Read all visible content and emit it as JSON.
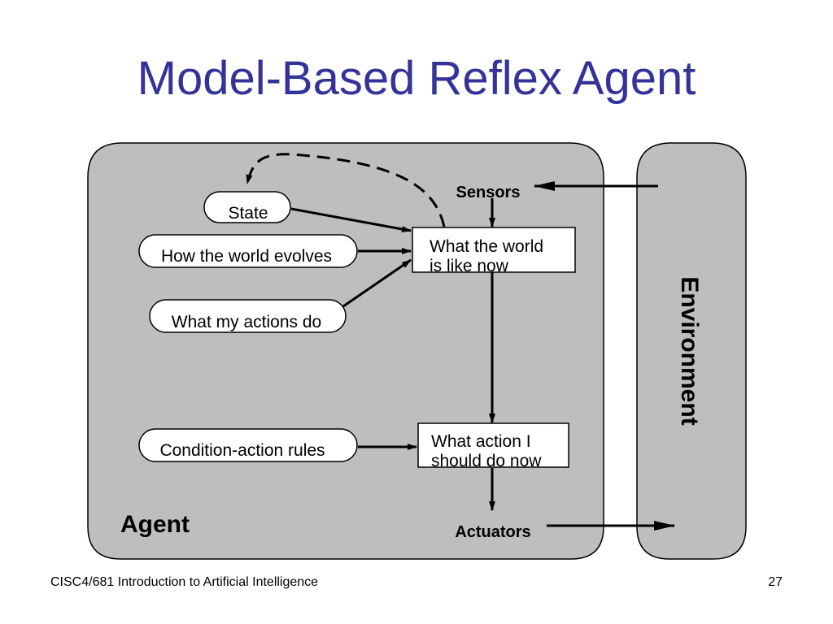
{
  "slide": {
    "title": "Model-Based Reflex Agent",
    "footer_course": "CISC4/681 Introduction to Artificial Intelligence",
    "page_number": "27"
  },
  "diagram": {
    "agent_label": "Agent",
    "environment_label": "Environment",
    "sensors_label": "Sensors",
    "actuators_label": "Actuators",
    "ovals": {
      "state": "State",
      "world_evolves": "How the world evolves",
      "actions_do": "What my actions do",
      "rules": "Condition-action rules"
    },
    "boxes": {
      "world_now_line1": "What the world",
      "world_now_line2": "is like now",
      "action_now_line1": "What action I",
      "action_now_line2": "should do now"
    },
    "colors": {
      "panel_fill": "#bebebe",
      "title_color": "#333399"
    }
  }
}
